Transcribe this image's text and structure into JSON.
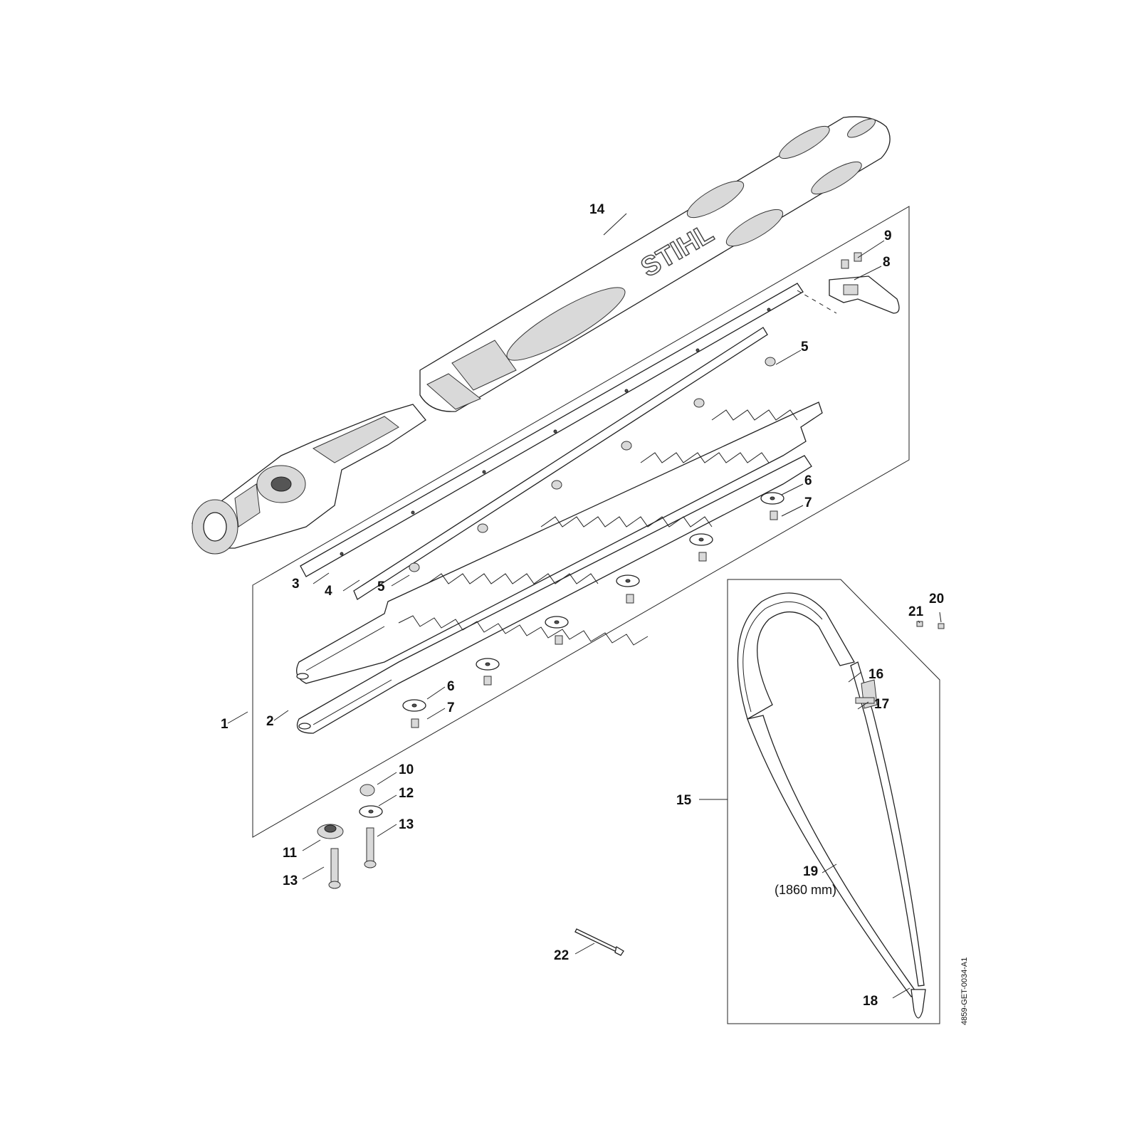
{
  "labels": {
    "p1": "1",
    "p2": "2",
    "p3": "3",
    "p4": "4",
    "p5a": "5",
    "p5b": "5",
    "p6a": "6",
    "p6b": "6",
    "p7a": "7",
    "p7b": "7",
    "p8": "8",
    "p9": "9",
    "p10": "10",
    "p11": "11",
    "p12": "12",
    "p13a": "13",
    "p13b": "13",
    "p14": "14",
    "p15": "15",
    "p16": "16",
    "p17": "17",
    "p18": "18",
    "p19": "19",
    "p20": "20",
    "p21": "21",
    "p22": "22"
  },
  "strap_length_note": "(1860 mm)",
  "brand_logo_text": "STIHL",
  "drawing_code": "4859-GET-0034-A1"
}
